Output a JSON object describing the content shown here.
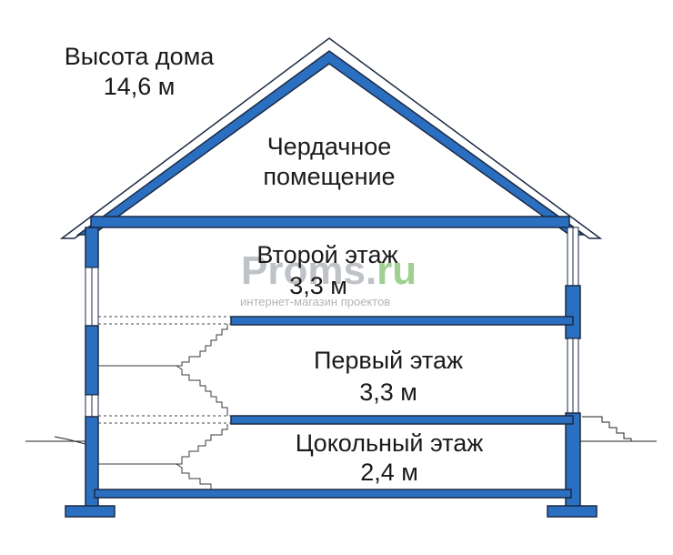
{
  "colors": {
    "wall": "#2a6fc0",
    "outline": "#1c2a44",
    "watermark_gray": "#a9aeb3",
    "watermark_green": "#7fc06d",
    "stair_line": "#3a3a3a"
  },
  "house_height": {
    "title": "Высота дома",
    "value": "14,6 м"
  },
  "floors": {
    "attic": {
      "line1": "Чердачное",
      "line2": "помещение"
    },
    "second": {
      "name": "Второй этаж",
      "height": "3,3 м"
    },
    "first": {
      "name": "Первый этаж",
      "height": "3,3 м"
    },
    "basement": {
      "name": "Цокольный этаж",
      "height": "2,4 м"
    }
  },
  "watermark": {
    "logo_left": "Proms.",
    "logo_right": "ru",
    "tagline": "интернет-магазин проектов"
  }
}
